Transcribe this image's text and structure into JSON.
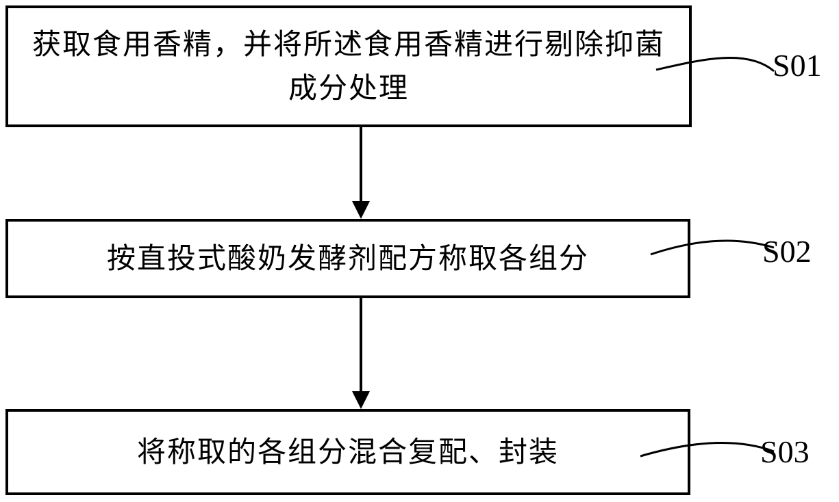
{
  "steps": [
    {
      "id": "S01",
      "text": "获取食用香精，并将所述食用香精进行剔除抑菌成分处理"
    },
    {
      "id": "S02",
      "text": "按直投式酸奶发酵剂配方称取各组分"
    },
    {
      "id": "S03",
      "text": "将称取的各组分混合复配、封装"
    }
  ],
  "colors": {
    "stroke": "#000000",
    "background": "#ffffff"
  }
}
